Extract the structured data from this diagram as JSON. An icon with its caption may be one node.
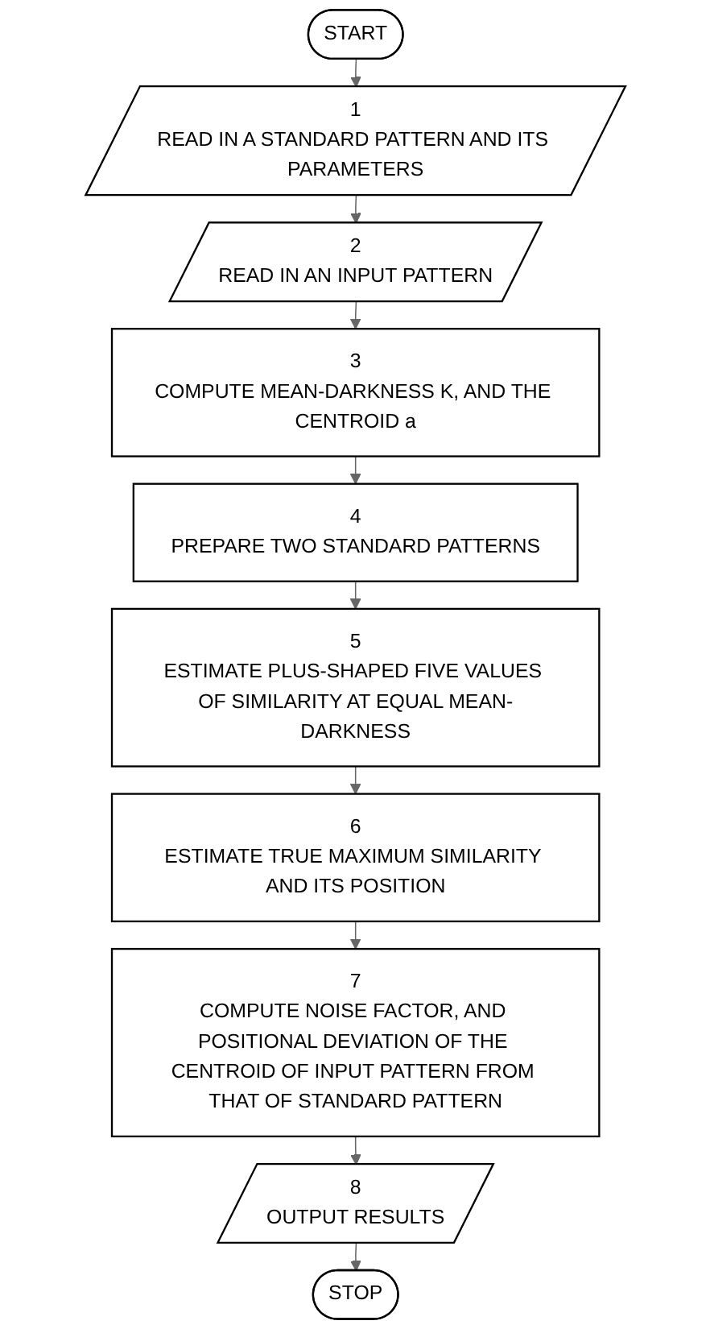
{
  "diagram": {
    "nodes": [
      {
        "text": [
          "START"
        ]
      },
      {
        "text": [
          "1",
          "READ IN A STANDARD PATTERN AND ITS PARAMETERS"
        ]
      },
      {
        "text": [
          "2",
          "READ IN AN INPUT PATTERN"
        ]
      },
      {
        "text": [
          "3",
          "COMPUTE MEAN-DARKNESS K, AND THE CENTROID a"
        ]
      },
      {
        "text": [
          "4",
          "PREPARE TWO STANDARD PATTERNS"
        ]
      },
      {
        "text": [
          "5",
          "ESTIMATE PLUS-SHAPED FIVE VALUES OF SIMILARITY AT EQUAL MEAN-DARKNESS"
        ]
      },
      {
        "text": [
          "6",
          "ESTIMATE TRUE MAXIMUM SIMILARITY AND ITS POSITION"
        ]
      },
      {
        "text": [
          "7",
          "COMPUTE NOISE FACTOR, AND POSITIONAL DEVIATION OF THE CENTROID OF INPUT PATTERN FROM THAT OF STANDARD PATTERN"
        ]
      },
      {
        "text": [
          "8",
          "OUTPUT RESULTS"
        ]
      },
      {
        "text": [
          "STOP"
        ]
      }
    ],
    "edges": [
      {
        "from": 0,
        "to": 1,
        "arrow": "to"
      },
      {
        "from": 1,
        "to": 2,
        "arrow": "to"
      },
      {
        "from": 2,
        "to": 3,
        "arrow": "to"
      },
      {
        "from": 3,
        "to": 4,
        "arrow": "to"
      },
      {
        "from": 4,
        "to": 5,
        "arrow": "to"
      },
      {
        "from": 5,
        "to": 6,
        "arrow": "to"
      },
      {
        "from": 6,
        "to": 7,
        "arrow": "to"
      },
      {
        "from": 7,
        "to": 8,
        "arrow": "to"
      },
      {
        "from": 8,
        "to": 9,
        "arrow": "to"
      }
    ]
  }
}
